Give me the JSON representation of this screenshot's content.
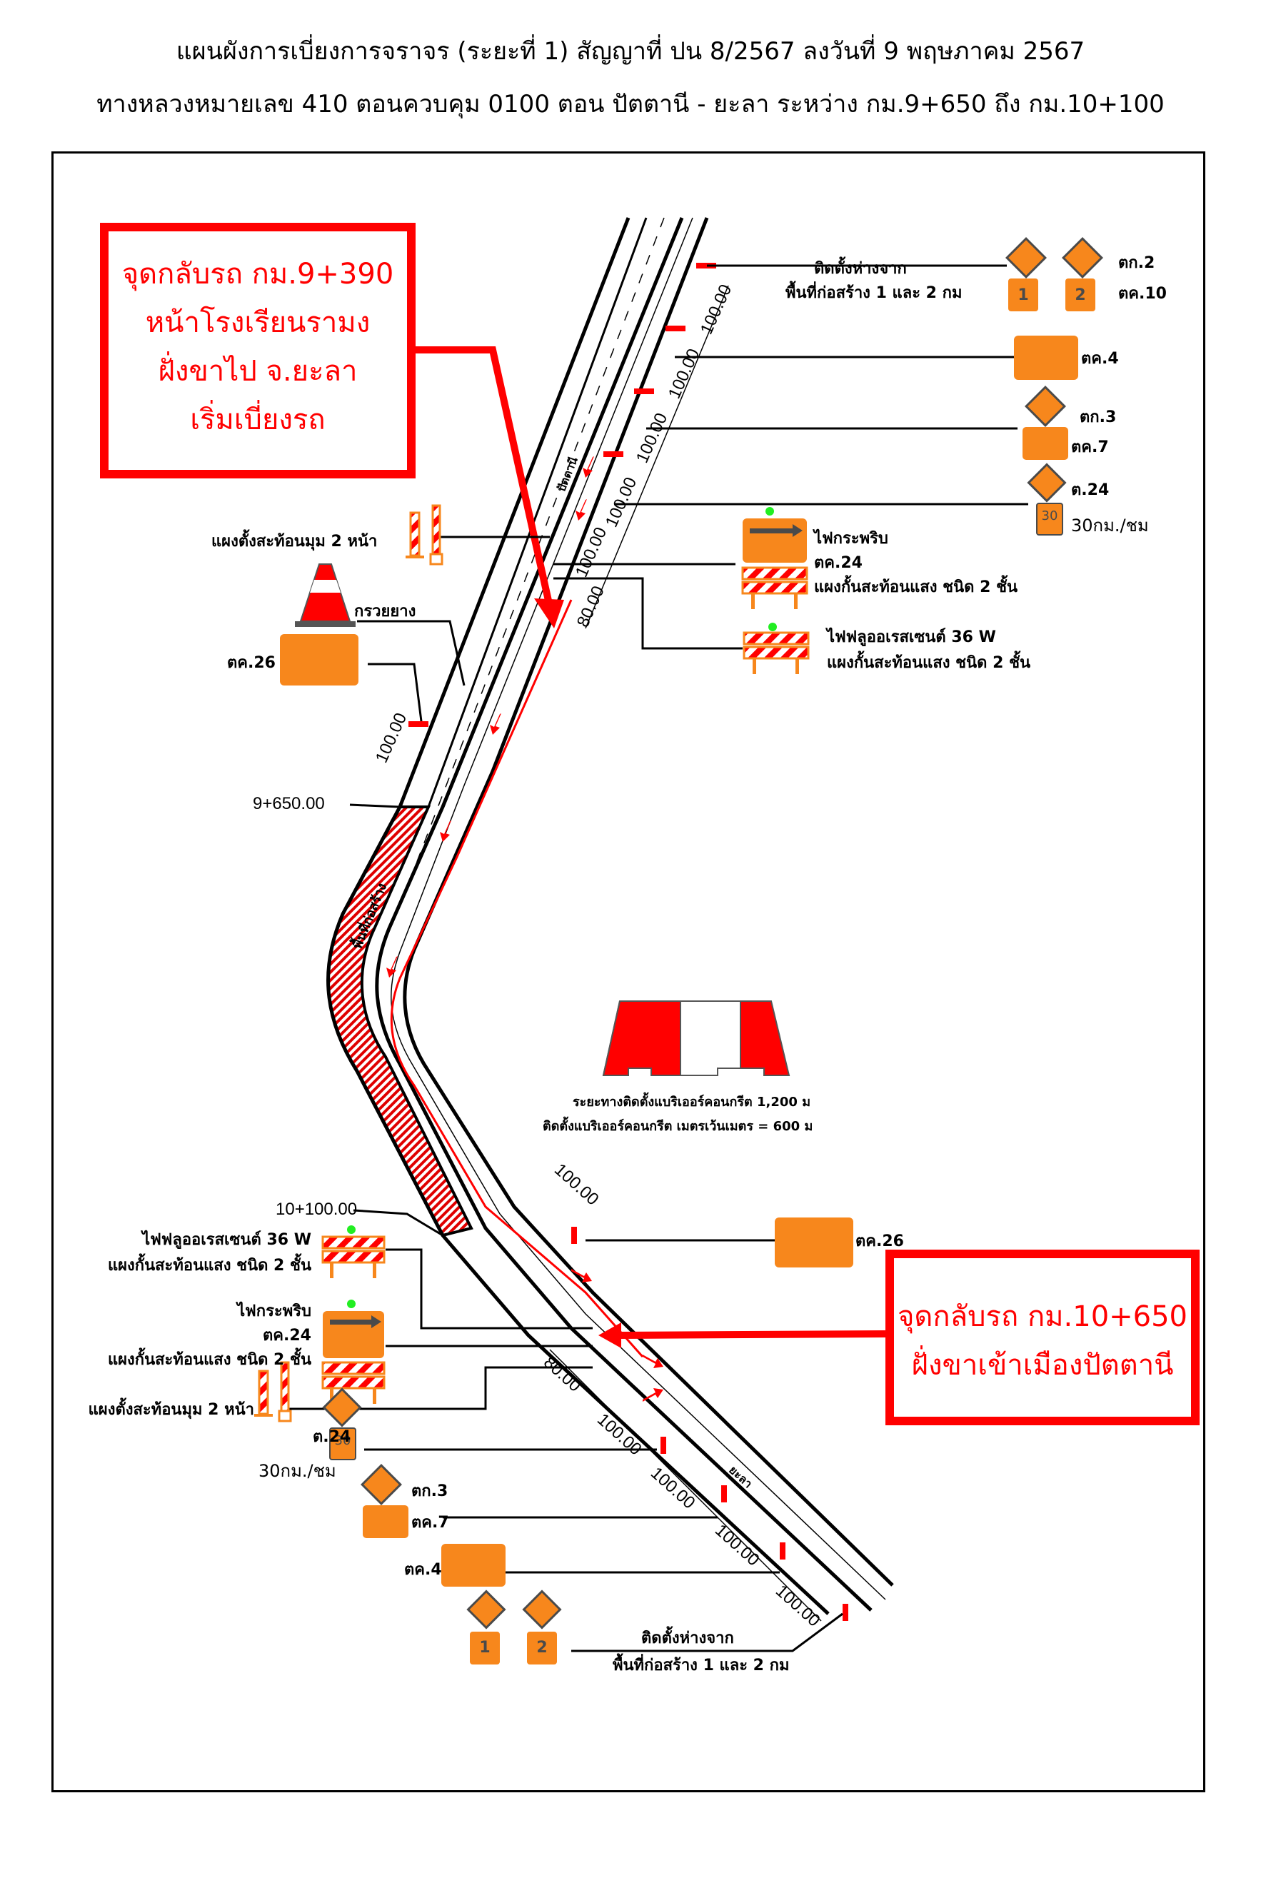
{
  "header": {
    "title_line1": "แผนผังการเบี่ยงการจราจร (ระยะที่ 1)   สัญญาที่ ปน 8/2567 ลงวันที่ 9 พฤษภาคม 2567",
    "title_line2": "ทางหลวงหมายเลข 410 ตอนควบคุม 0100 ตอน ปัตตานี - ยะลา ระหว่าง กม.9+650 ถึง กม.10+100"
  },
  "callouts": {
    "uturn_north": {
      "lines": [
        "จุดกลับรถ กม.9+390",
        "หน้าโรงเรียนรามง",
        "ฝั่งขาไป จ.ยะลา",
        "เริ่มเบี่ยงรถ"
      ]
    },
    "uturn_south": {
      "lines": [
        "จุดกลับรถ กม.10+650",
        "ฝั่งขาเข้าเมืองปัตตานี"
      ]
    }
  },
  "stations": {
    "start": "9+650.00",
    "end": "10+100.00"
  },
  "road_labels": {
    "to_pattani": "ปัตตานี",
    "to_yala": "ยะลา",
    "construction_area": "พื้นที่ก่อสร้าง"
  },
  "dimensions": {
    "north_spacing": [
      "100.00",
      "100.00",
      "100.00",
      "100.00",
      "100.00",
      "80.00"
    ],
    "north_left": "100.00",
    "south_spacing": [
      "80.00",
      "100.00",
      "100.00",
      "100.00",
      "100.00"
    ],
    "south_top": "100.00"
  },
  "north_signs": {
    "distance_note_line1": "ติดตั้งห่างจาก",
    "distance_note_line2": "พื้นที่ก่อสร้าง 1  และ 2  กม",
    "code_tk2": "ตก.2",
    "code_tk10": "ตค.10",
    "code_tk4": "ตค.4",
    "code_tk3": "ตก.3",
    "code_tk7": "ตค.7",
    "code_t24": "ต.24",
    "speed": "30กม./ชม",
    "sign1_number": "1",
    "sign2_number": "2",
    "speed_number": "30"
  },
  "north_devices": {
    "flasher": "ไฟกระพริบ",
    "tk24": "ตค.24",
    "barrier2": "แผงกั้นสะท้อนแสง ชนิด 2  ชั้น",
    "fluorescent": "ไฟฟลูออเรสเซนต์ 36  W",
    "barrier2b": "แผงกั้นสะท้อนแสง ชนิด 2  ชั้น",
    "corner_post": "แผงตั้งสะท้อนมุม 2  หน้า",
    "cone": "กรวยยาง",
    "tk26": "ตค.26"
  },
  "barrier_note": {
    "line1": "ระยะทางติดตั้งแบริเออร์คอนกรีต 1,200  ม",
    "line2": "ติดตั้งแบริเออร์คอนกรีต เมตรเว้นเมตร = 600  ม"
  },
  "south_devices": {
    "fluorescent": "ไฟฟลูออเรสเซนต์ 36  W",
    "barrier2": "แผงกั้นสะท้อนแสง ชนิด 2  ชั้น",
    "flasher": "ไฟกระพริบ",
    "tk24": "ตค.24",
    "barrier2b": "แผงกั้นสะท้อนแสง ชนิด 2  ชั้น",
    "corner_post": "แผงตั้งสะท้อนมุม 2  หน้า",
    "tk26": "ตค.26"
  },
  "south_signs": {
    "code_t24": "ต.24",
    "speed": "30กม./ชม",
    "code_tk3": "ตก.3",
    "code_tk7": "ตค.7",
    "code_tk4": "ตค.4",
    "distance_note_line1": "ติดตั้งห่างจาก",
    "distance_note_line2": "พื้นที่ก่อสร้าง 1  และ 2  กม",
    "sign1_number": "1",
    "sign2_number": "2",
    "speed_number": "30"
  },
  "colors": {
    "accent_red": "#ff0000",
    "sign_orange": "#f7871c",
    "sign_dark": "#4a4a4a",
    "light_green": "#22ee22"
  }
}
